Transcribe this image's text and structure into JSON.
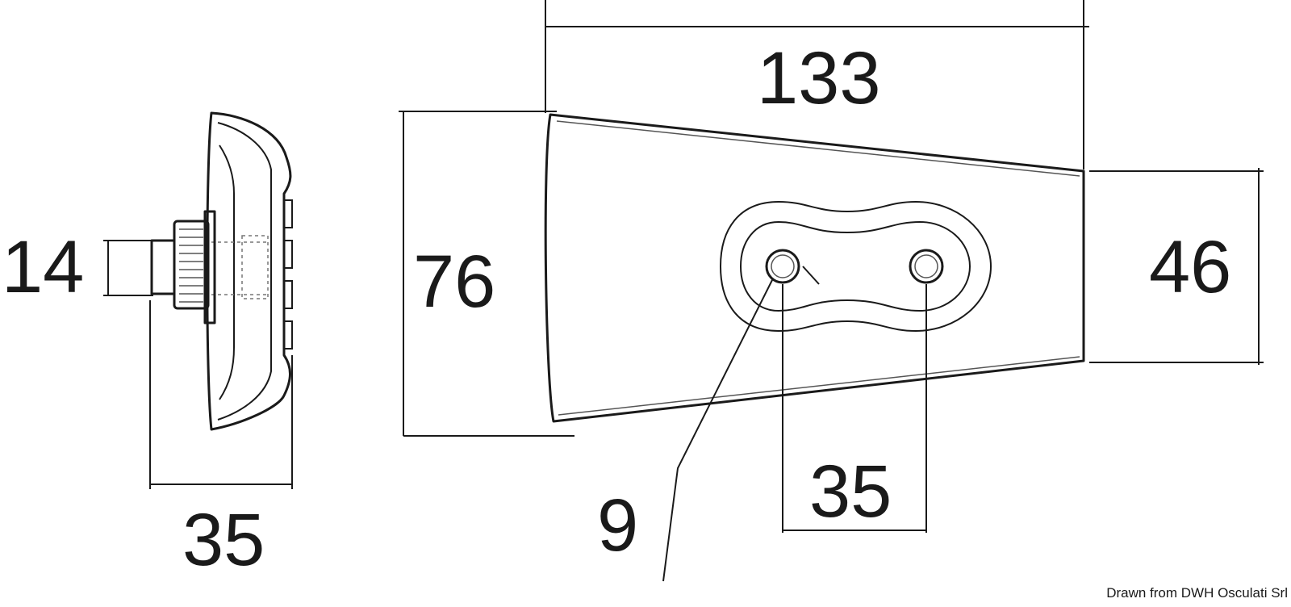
{
  "dimensions": {
    "side_height": "14",
    "side_width": "35",
    "overall_length": "133",
    "front_height": "76",
    "rear_height": "46",
    "hole_spacing": "35",
    "hole_diameter": "9"
  },
  "credit": "Drawn from DWH Osculati Srl"
}
